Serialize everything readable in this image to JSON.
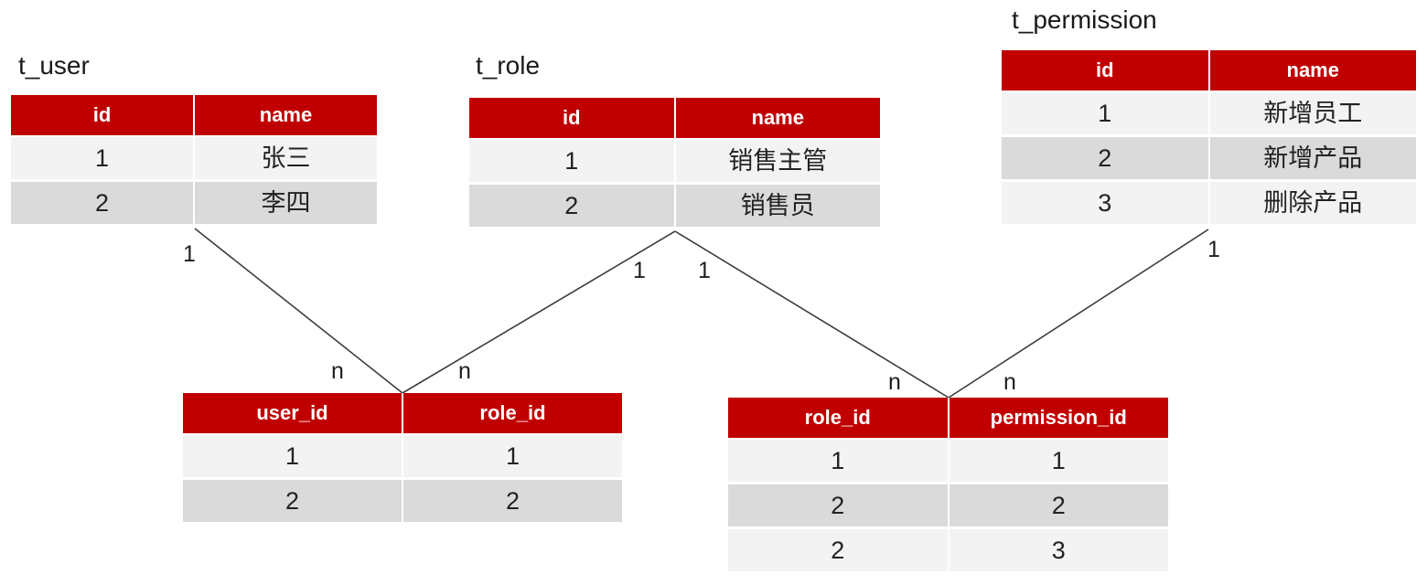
{
  "tables": {
    "t_user": {
      "title": "t_user",
      "columns": [
        "id",
        "name"
      ],
      "rows": [
        [
          "1",
          "张三"
        ],
        [
          "2",
          "李四"
        ]
      ]
    },
    "t_role": {
      "title": "t_role",
      "columns": [
        "id",
        "name"
      ],
      "rows": [
        [
          "1",
          "销售主管"
        ],
        [
          "2",
          "销售员"
        ]
      ]
    },
    "t_permission": {
      "title": "t_permission",
      "columns": [
        "id",
        "name"
      ],
      "rows": [
        [
          "1",
          "新增员工"
        ],
        [
          "2",
          "新增产品"
        ],
        [
          "3",
          "删除产品"
        ]
      ]
    },
    "t_user_role": {
      "columns": [
        "user_id",
        "role_id"
      ],
      "rows": [
        [
          "1",
          "1"
        ],
        [
          "2",
          "2"
        ]
      ]
    },
    "t_role_permission": {
      "columns": [
        "role_id",
        "permission_id"
      ],
      "rows": [
        [
          "1",
          "1"
        ],
        [
          "2",
          "2"
        ],
        [
          "2",
          "3"
        ]
      ]
    }
  },
  "relationships": [
    {
      "from_table": "t_user",
      "to_table": "t_user_role",
      "one_label": "1",
      "many_label": "n"
    },
    {
      "from_table": "t_role",
      "to_table": "t_user_role",
      "one_label": "1",
      "many_label": "n"
    },
    {
      "from_table": "t_role",
      "to_table": "t_role_permission",
      "one_label": "1",
      "many_label": "n"
    },
    {
      "from_table": "t_permission",
      "to_table": "t_role_permission",
      "one_label": "1",
      "many_label": "n"
    }
  ],
  "colors": {
    "header_bg": "#c00000",
    "header_text": "#ffffff",
    "row_light": "#f3f3f3",
    "row_dark": "#dadada",
    "line": "#3d3d3d",
    "text": "#222222"
  }
}
